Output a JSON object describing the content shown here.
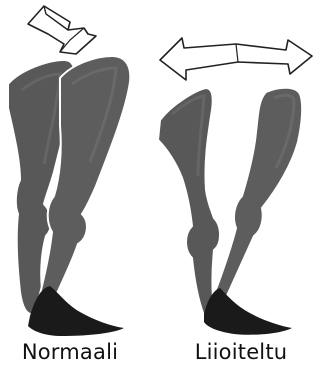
{
  "captions": {
    "left": "Normaali",
    "right": "Liioiteltu"
  },
  "colors": {
    "bone_fill": "#585858",
    "bone_highlight": "#6e6e6e",
    "bone_outline": "#ffffff",
    "cartilage": "#1a1a1a",
    "arrow_fill": "#ffffff",
    "arrow_stroke": "#222222",
    "text": "#111111"
  },
  "icons": {
    "left_arrow": "curved-rotation-arrow",
    "right_arrow": "double-headed-arrow"
  }
}
